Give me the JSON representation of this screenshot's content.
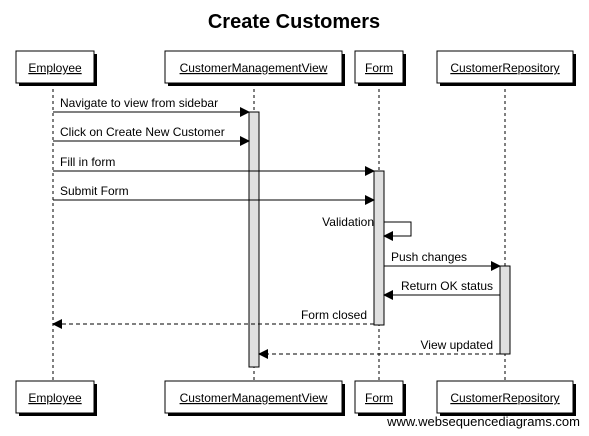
{
  "diagram": {
    "title": "Create Customers",
    "footer": "www.websequencediagrams.com",
    "participants": [
      {
        "id": "employee",
        "label": "Employee"
      },
      {
        "id": "view",
        "label": "CustomerManagementView"
      },
      {
        "id": "form",
        "label": "Form"
      },
      {
        "id": "repo",
        "label": "CustomerRepository"
      }
    ],
    "messages": [
      {
        "from": "employee",
        "to": "view",
        "label": "Navigate to view from sidebar",
        "style": "solid"
      },
      {
        "from": "employee",
        "to": "view",
        "label": "Click on Create New Customer",
        "style": "solid"
      },
      {
        "from": "employee",
        "to": "form",
        "label": "Fill in form",
        "style": "solid"
      },
      {
        "from": "employee",
        "to": "form",
        "label": "Submit Form",
        "style": "solid"
      },
      {
        "from": "form",
        "to": "form",
        "label": "Validation",
        "style": "solid"
      },
      {
        "from": "form",
        "to": "repo",
        "label": "Push changes",
        "style": "solid"
      },
      {
        "from": "repo",
        "to": "form",
        "label": "Return OK status",
        "style": "solid"
      },
      {
        "from": "form",
        "to": "employee",
        "label": "Form closed",
        "style": "dashed"
      },
      {
        "from": "repo",
        "to": "view",
        "label": "View updated",
        "style": "dashed"
      }
    ],
    "colors": {
      "line": "#000000",
      "activation_fill": "#e0e0e0",
      "box_fill": "#ffffff",
      "shadow": "#000000"
    }
  }
}
